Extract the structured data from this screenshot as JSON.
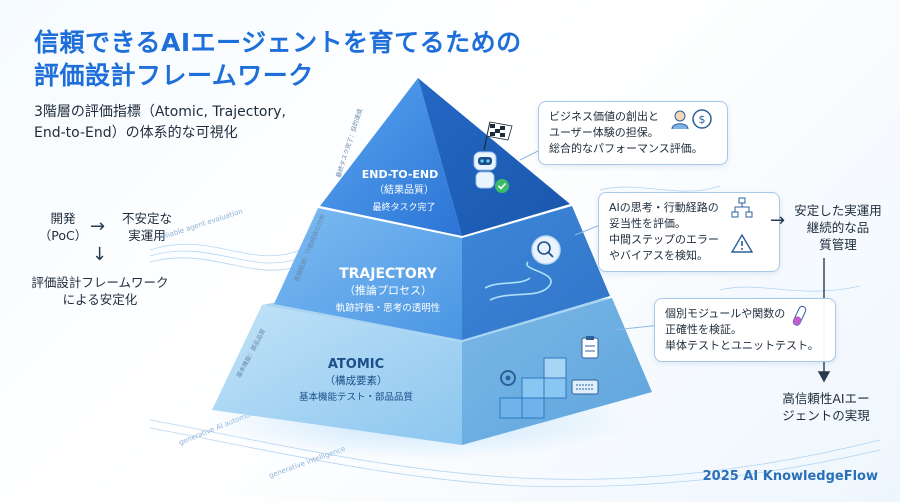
{
  "header": {
    "title_line1": "信頼できるAIエージェントを育てるための",
    "title_line2": "評価設計フレームワーク",
    "subtitle_line1": "3階層の評価指標（Atomic, Trajectory,",
    "subtitle_line2": "End-to-End）の体系的な可視化"
  },
  "left_flow": {
    "dev_line1": "開発",
    "dev_line2": "（PoC）",
    "unstable_line1": "不安定な",
    "unstable_line2": "実運用",
    "stable_line1": "評価設計フレームワーク",
    "stable_line2": "による安定化"
  },
  "pyramid": {
    "top": {
      "name": "END-TO-END",
      "sub": "（結果品質）",
      "desc": "最終タスク完了",
      "side": "最終タスク完了：目的達成"
    },
    "middle": {
      "name": "TRAJECTORY",
      "sub": "（推論プロセス）",
      "desc": "軌跡評価・思考の透明性",
      "side": "推論軌跡：行動経路の分析"
    },
    "bottom": {
      "name": "ATOMIC",
      "sub": "（構成要素）",
      "desc": "基本機能テスト・部品品質",
      "side": "基本機能：部品品質"
    }
  },
  "callouts": {
    "top": [
      "ビジネス価値の創出と",
      "ユーザー体験の担保。",
      "総合的なパフォーマンス評価。"
    ],
    "middle": [
      "AIの思考・行動経路の",
      "妥当性を評価。",
      "中間ステップのエラー",
      "やバイアスを検知。"
    ],
    "bottom": [
      "個別モジュールや関数の",
      "正確性を検証。",
      "単体テストとユニットテスト。"
    ]
  },
  "right_flow": {
    "top_line1": "安定した実運用",
    "top_line2": "継続的な品",
    "top_line3": "質管理",
    "bottom_line1": "高信頼性AIエー",
    "bottom_line2": "ジェントの実現"
  },
  "decor": {
    "wave_text1": "generative AI automotive argument",
    "wave_text2": "generative intelligence",
    "wave_text3": "reliable agent evaluation"
  },
  "footer": {
    "text": "2025 AI KnowledgeFlow"
  },
  "colors": {
    "accent": "#1e6fd9",
    "top_tier": "#2f7fe0",
    "middle_tier": "#4d9be8",
    "bottom_tier": "#8cc6ef"
  },
  "icons": [
    "robot-icon",
    "checkered-flag-icon",
    "person-icon",
    "dollar-icon",
    "magnifier-icon",
    "flowchart-icon",
    "warning-icon",
    "gear-icon",
    "clipboard-icon",
    "keyboard-icon",
    "test-tube-icon",
    "blocks-icon"
  ]
}
